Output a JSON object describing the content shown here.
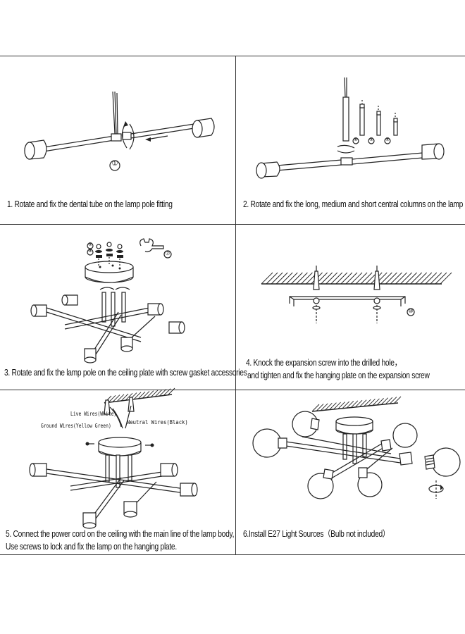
{
  "steps": [
    {
      "caption": "1. Rotate and fix the dental tube on the lamp pole fitting",
      "marker": "①"
    },
    {
      "caption": "2. Rotate and fix the long, medium and short central columns on the lamp pole",
      "markers": [
        "⑥",
        "⑤",
        "④"
      ]
    },
    {
      "caption": "3. Rotate and fix the lamp pole on the ceiling plate with screw gasket accessories",
      "markers": [
        "⑨",
        "⑧",
        "⑦"
      ]
    },
    {
      "caption_line1": "4. Knock the expansion screw into the drilled hole，",
      "caption_line2": "and tighten and fix the hanging plate on the expansion screw",
      "marker": "⑩"
    },
    {
      "caption_line1": "5. Connect the power cord on the ceiling with the main line of the lamp body,",
      "caption_line2": "Use screws to lock and fix the lamp on the hanging plate.",
      "wires": {
        "live": "Live Wires(White)",
        "ground": "Ground Wires(Yellow Green)",
        "neutral": "Neutral Wires(Black)"
      }
    },
    {
      "caption": "6.Install E27 Light Sources（Bulb not included）"
    }
  ]
}
